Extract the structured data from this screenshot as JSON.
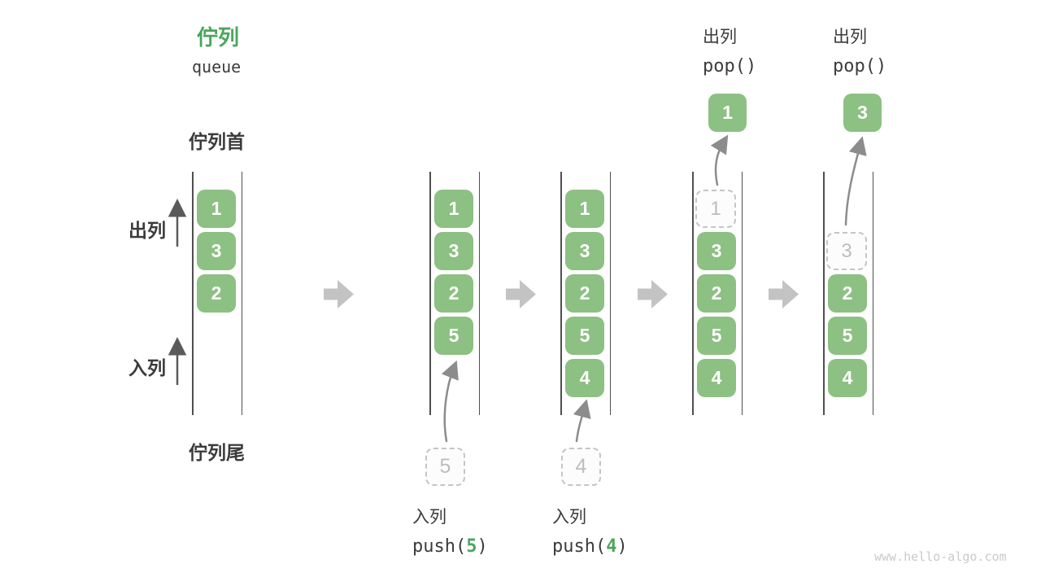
{
  "page": {
    "title": "佇列",
    "subtitle": "queue",
    "watermark": "www.hello-algo.com"
  },
  "side_labels": {
    "front": "佇列首",
    "rear": "佇列尾",
    "dequeue": "出列",
    "enqueue": "入列"
  },
  "colors": {
    "accent_green": "#4ba65c",
    "box_green": "#8dc083",
    "dark_text": "#3b3b3b",
    "code_text": "#3c3c3c",
    "wall": "#4f4f4f",
    "step_arrow": "#c3c3c3",
    "flow_arrow": "#8c8c8c",
    "direction_arrow": "#5a5a5a",
    "ghost_border": "#c5c5c5",
    "ghost_text": "#bdbdbd",
    "ghost_fill": "#fcfcfc",
    "watermark": "#cacaca"
  },
  "states": [
    {
      "name": "initial",
      "cells": [
        {
          "value": "1",
          "state": "filled"
        },
        {
          "value": "3",
          "state": "filled"
        },
        {
          "value": "2",
          "state": "filled"
        }
      ]
    },
    {
      "name": "after-push-5",
      "cells": [
        {
          "value": "1",
          "state": "filled"
        },
        {
          "value": "3",
          "state": "filled"
        },
        {
          "value": "2",
          "state": "filled"
        },
        {
          "value": "5",
          "state": "filled"
        }
      ]
    },
    {
      "name": "after-push-4",
      "cells": [
        {
          "value": "1",
          "state": "filled"
        },
        {
          "value": "3",
          "state": "filled"
        },
        {
          "value": "2",
          "state": "filled"
        },
        {
          "value": "5",
          "state": "filled"
        },
        {
          "value": "4",
          "state": "filled"
        }
      ]
    },
    {
      "name": "after-pop-1",
      "popped_value": "1",
      "cells": [
        {
          "value": "1",
          "state": "ghost"
        },
        {
          "value": "3",
          "state": "filled"
        },
        {
          "value": "2",
          "state": "filled"
        },
        {
          "value": "5",
          "state": "filled"
        },
        {
          "value": "4",
          "state": "filled"
        }
      ]
    },
    {
      "name": "after-pop-3",
      "popped_value": "3",
      "cells": [
        {
          "value": "3",
          "state": "ghost"
        },
        {
          "value": "2",
          "state": "filled"
        },
        {
          "value": "5",
          "state": "filled"
        },
        {
          "value": "4",
          "state": "filled"
        }
      ]
    }
  ],
  "operations": {
    "push": [
      {
        "label": "入列",
        "fn": "push(",
        "arg": "5",
        "close": ")",
        "staged_value": "5"
      },
      {
        "label": "入列",
        "fn": "push(",
        "arg": "4",
        "close": ")",
        "staged_value": "4"
      }
    ],
    "pop": [
      {
        "label": "出列",
        "code": "pop()"
      },
      {
        "label": "出列",
        "code": "pop()"
      }
    ]
  }
}
